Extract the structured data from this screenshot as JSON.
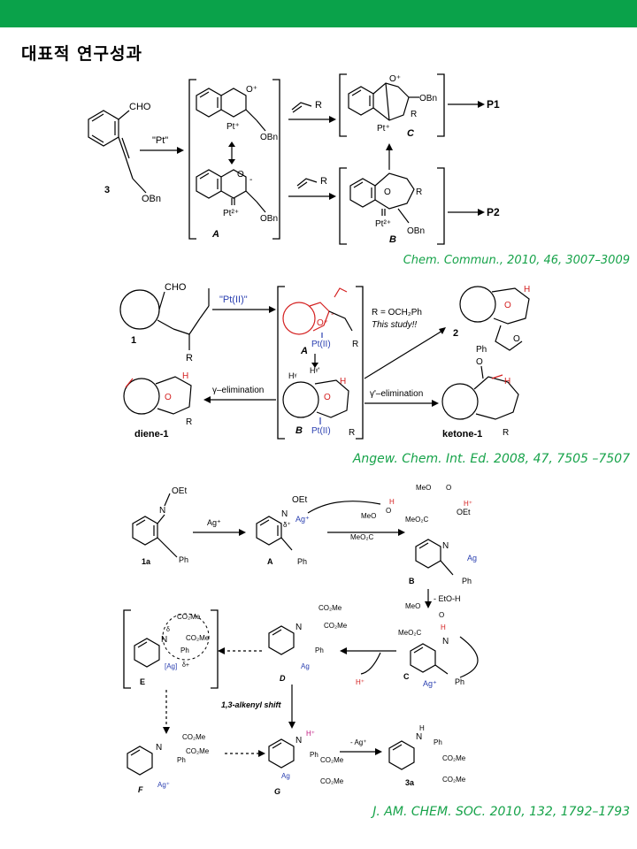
{
  "page": {
    "title": "대표적 연구성과"
  },
  "scheme1": {
    "citation": "Chem. Commun., 2010, 46, 3007–3009",
    "labels": {
      "cmpd3": "3",
      "cho": "CHO",
      "obn": "OBn",
      "reagent": "\"Pt\"",
      "R": "R",
      "intA": "A",
      "intB": "B",
      "intC": "C",
      "o_plus": "O⁺",
      "o_minus": "O",
      "minus": "-",
      "pt_plus": "Pt⁺",
      "pt2_plus": "Pt²⁺",
      "p1": "P1",
      "p2": "P2"
    }
  },
  "scheme2": {
    "citation": "Angew. Chem. Int. Ed. 2008, 47, 7505 –7507",
    "labels": {
      "cmpd1": "1",
      "cho": "CHO",
      "reagent": "\"Pt(II)\"",
      "A": "A",
      "B": "B",
      "ptII": "Pt(II)",
      "o_plus": "O⁺",
      "O": "O",
      "minus": "-",
      "R": "R",
      "H": "H",
      "hgamma": "Hᵞ",
      "hgamma2": "Hᵞ'",
      "r_def": "R = OCH₂Ph",
      "this_study": "This study!!",
      "cmpd2": "2",
      "Ph": "Ph",
      "elim_left": "γ–elimination",
      "elim_right": "γ'–elimination",
      "diene": "diene-1",
      "ketone": "ketone-1"
    }
  },
  "scheme3": {
    "citation": "J. AM. CHEM. SOC. 2010, 132, 1792–1793",
    "labels": {
      "cmpd1a": "1a",
      "oet": "OEt",
      "N": "N",
      "Ph": "Ph",
      "ag_plus": "Ag⁺",
      "Ag": "Ag",
      "A": "A",
      "B": "B",
      "C": "C",
      "D": "D",
      "E": "E",
      "F": "F",
      "G": "G",
      "meo": "MeO",
      "meo2c": "MeO₂C",
      "co2me": "CO₂Me",
      "o": "O",
      "h": "H",
      "h_plus": "H⁺",
      "delta_plus": "δ⁺",
      "delta": "δ",
      "eto_h": "- EtO-H",
      "minus_ag": "- Ag⁺",
      "shift": "1,3-alkenyl shift",
      "nh": "N",
      "h_nh": "H",
      "ag_delta": "[Ag]",
      "delta_plus2": "δ+",
      "cmpd3a": "3a"
    }
  }
}
